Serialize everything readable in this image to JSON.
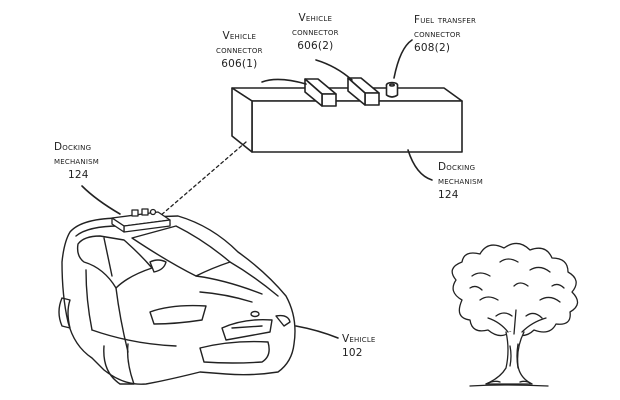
{
  "labels": {
    "vehicle_connector_1": {
      "line1": "Vehicle",
      "line2": "connector",
      "ref": "606(1)"
    },
    "vehicle_connector_2": {
      "line1": "Vehicle",
      "line2": "connector",
      "ref": "606(2)"
    },
    "fuel_transfer_connector": {
      "line1": "Fuel transfer",
      "line2": "connector",
      "ref": "608(2)"
    },
    "docking_mechanism_left": {
      "line1": "Docking",
      "line2": "mechanism",
      "ref": "124"
    },
    "docking_mechanism_right": {
      "line1": "Docking",
      "line2": "mechanism",
      "ref": "124"
    },
    "vehicle": {
      "line1": "Vehicle",
      "ref": "102"
    }
  }
}
